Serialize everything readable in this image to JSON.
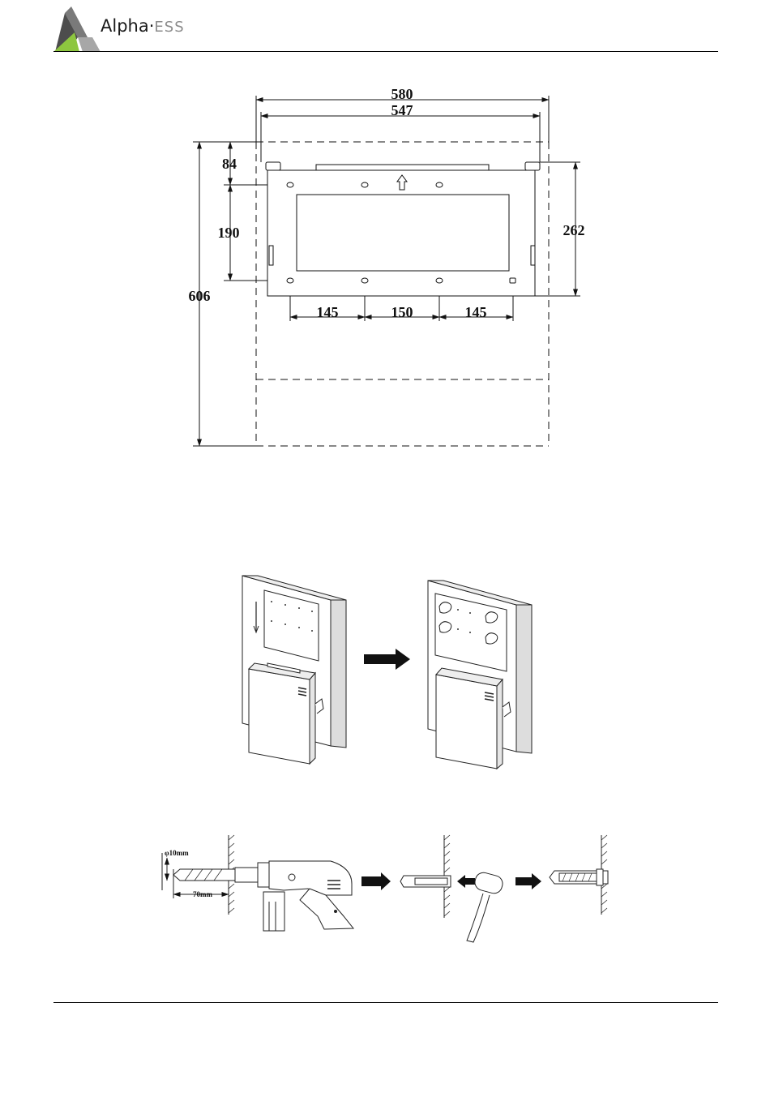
{
  "header": {
    "brand_name": "Alpha",
    "brand_dot": "·",
    "brand_suffix": "ESS",
    "colors": {
      "logo_green": "#8dc63f",
      "logo_grey": "#7a7a7a",
      "logo_dark": "#4d4d4d"
    }
  },
  "bracket_drawing": {
    "dims": {
      "total_width": "580",
      "inner_width": "547",
      "total_height": "606",
      "top_offset": "84",
      "hole_vertical": "190",
      "bracket_height": "262",
      "hole_spacing_left": "145",
      "hole_spacing_middle": "150",
      "hole_spacing_right": "145"
    }
  },
  "mounting_illustration": {
    "icons": [
      "wall-icon",
      "mounting-bracket-icon",
      "battery-cabinet-icon",
      "right-arrow-icon",
      "hand-tightening-icon"
    ]
  },
  "drilling_illustration": {
    "drill_diameter": "φ10mm",
    "drill_depth": "70mm",
    "icons": [
      "hammer-drill-icon",
      "expansion-bolt-icon",
      "hammer-icon",
      "right-arrow-icon"
    ]
  }
}
